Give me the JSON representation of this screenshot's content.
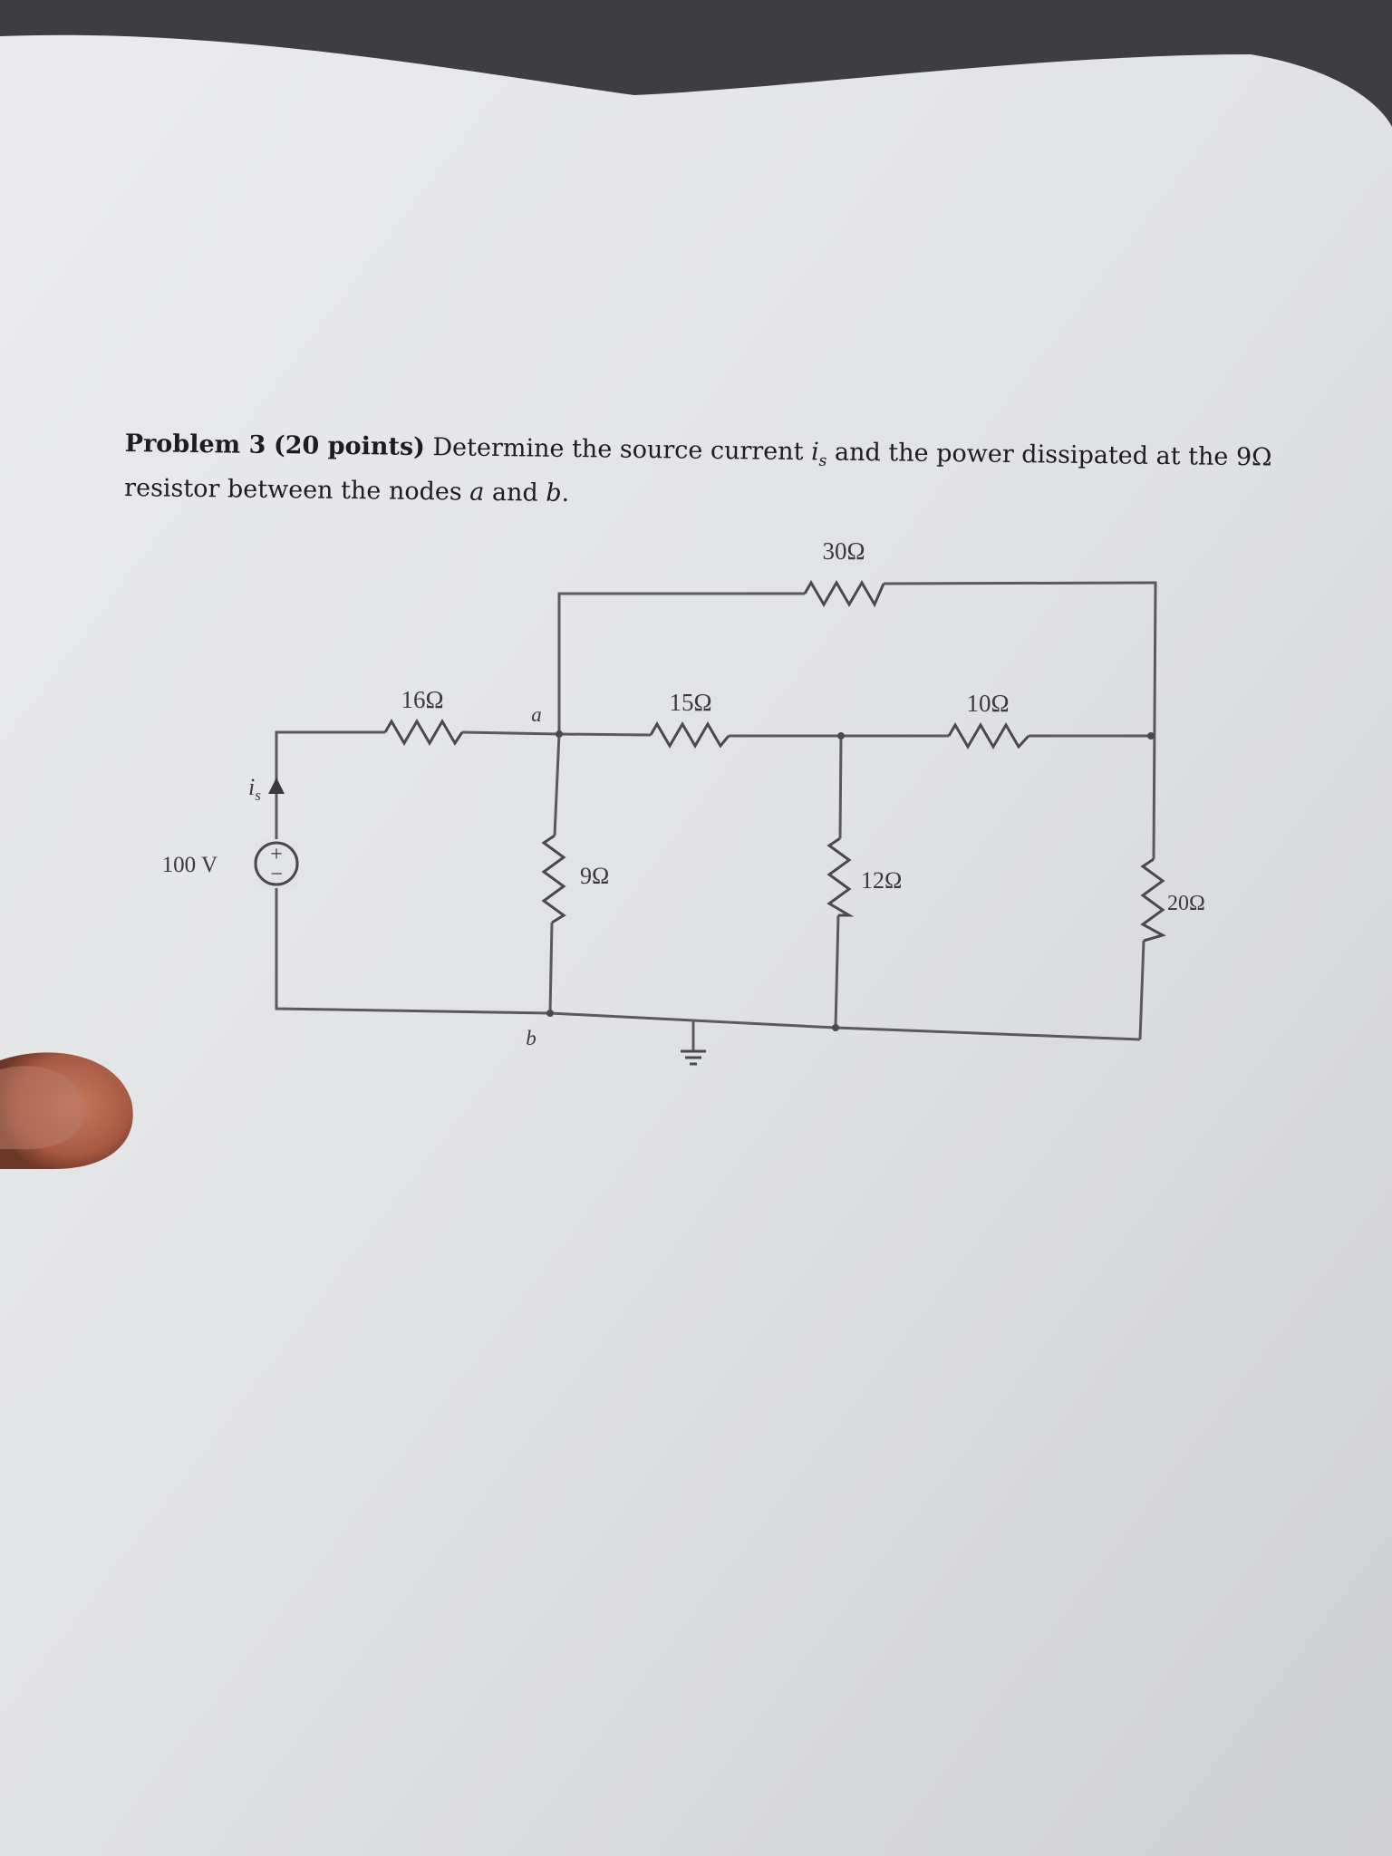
{
  "problem": {
    "heading": "Problem 3",
    "points": "(20 points)",
    "text_before_var": "Determine the source current",
    "var_is": "i",
    "var_is_sub": "s",
    "text_after_var": "and the power dissipated at the 9Ω resistor between the nodes",
    "node_a": "a",
    "and_word": "and",
    "node_b": "b",
    "end_punct": "."
  },
  "circuit": {
    "source_label": "100 V",
    "source_plus": "+",
    "source_minus": "−",
    "current_label": "i",
    "current_sub": "s",
    "r16": "16Ω",
    "r9": "9Ω",
    "r15": "15Ω",
    "r30": "30Ω",
    "r12": "12Ω",
    "r10": "10Ω",
    "r20": "20Ω",
    "node_a": "a",
    "node_b": "b"
  },
  "colors": {
    "paper": "#e2e3e5",
    "ink": "#1d1d1f",
    "wire": "#5a5a5c",
    "background": "#3e3e40",
    "finger": "#b86a52"
  },
  "icons": {
    "ground": "ground-icon",
    "current_arrow": "arrow-up-icon"
  }
}
